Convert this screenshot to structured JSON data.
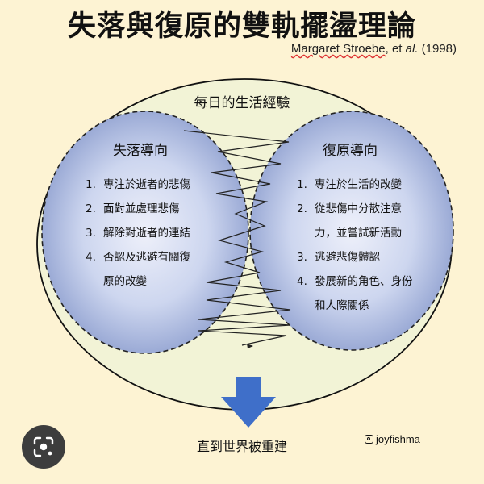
{
  "title": "失落與復原的雙軌擺盪理論",
  "author": {
    "name_underlined": "Margaret Stroebe",
    "sep": ", et ",
    "italic": "al.",
    "year": " (1998)"
  },
  "outer_label": "每日的生活經驗",
  "left_panel": {
    "title": "失落導向",
    "items": [
      {
        "num": "1.",
        "text": "專注於逝者的悲傷"
      },
      {
        "num": "2.",
        "text": "面對並處理悲傷"
      },
      {
        "num": "3.",
        "text": "解除對逝者的連結"
      },
      {
        "num": "4.",
        "text": "否認及逃避有關復原的改變"
      }
    ]
  },
  "right_panel": {
    "title": "復原導向",
    "items": [
      {
        "num": "1.",
        "text": "專注於生活的改變"
      },
      {
        "num": "2.",
        "text": "從悲傷中分散注意力，並嘗試新活動"
      },
      {
        "num": "3.",
        "text": "逃避悲傷體認"
      },
      {
        "num": "4.",
        "text": "發展新的角色、身份和人際關係"
      }
    ]
  },
  "bottom_text": "直到世界被重建",
  "credit": "joyfishma",
  "colors": {
    "background": "#fdf3d3",
    "outer_ellipse": "#f2f3d6",
    "inner_ellipse_center": "#eef0fa",
    "inner_ellipse_edge": "#8e9fcf",
    "arrow": "#3f6fc9"
  },
  "icons": [
    "instagram-icon",
    "lens-search-icon",
    "down-arrow-icon"
  ]
}
